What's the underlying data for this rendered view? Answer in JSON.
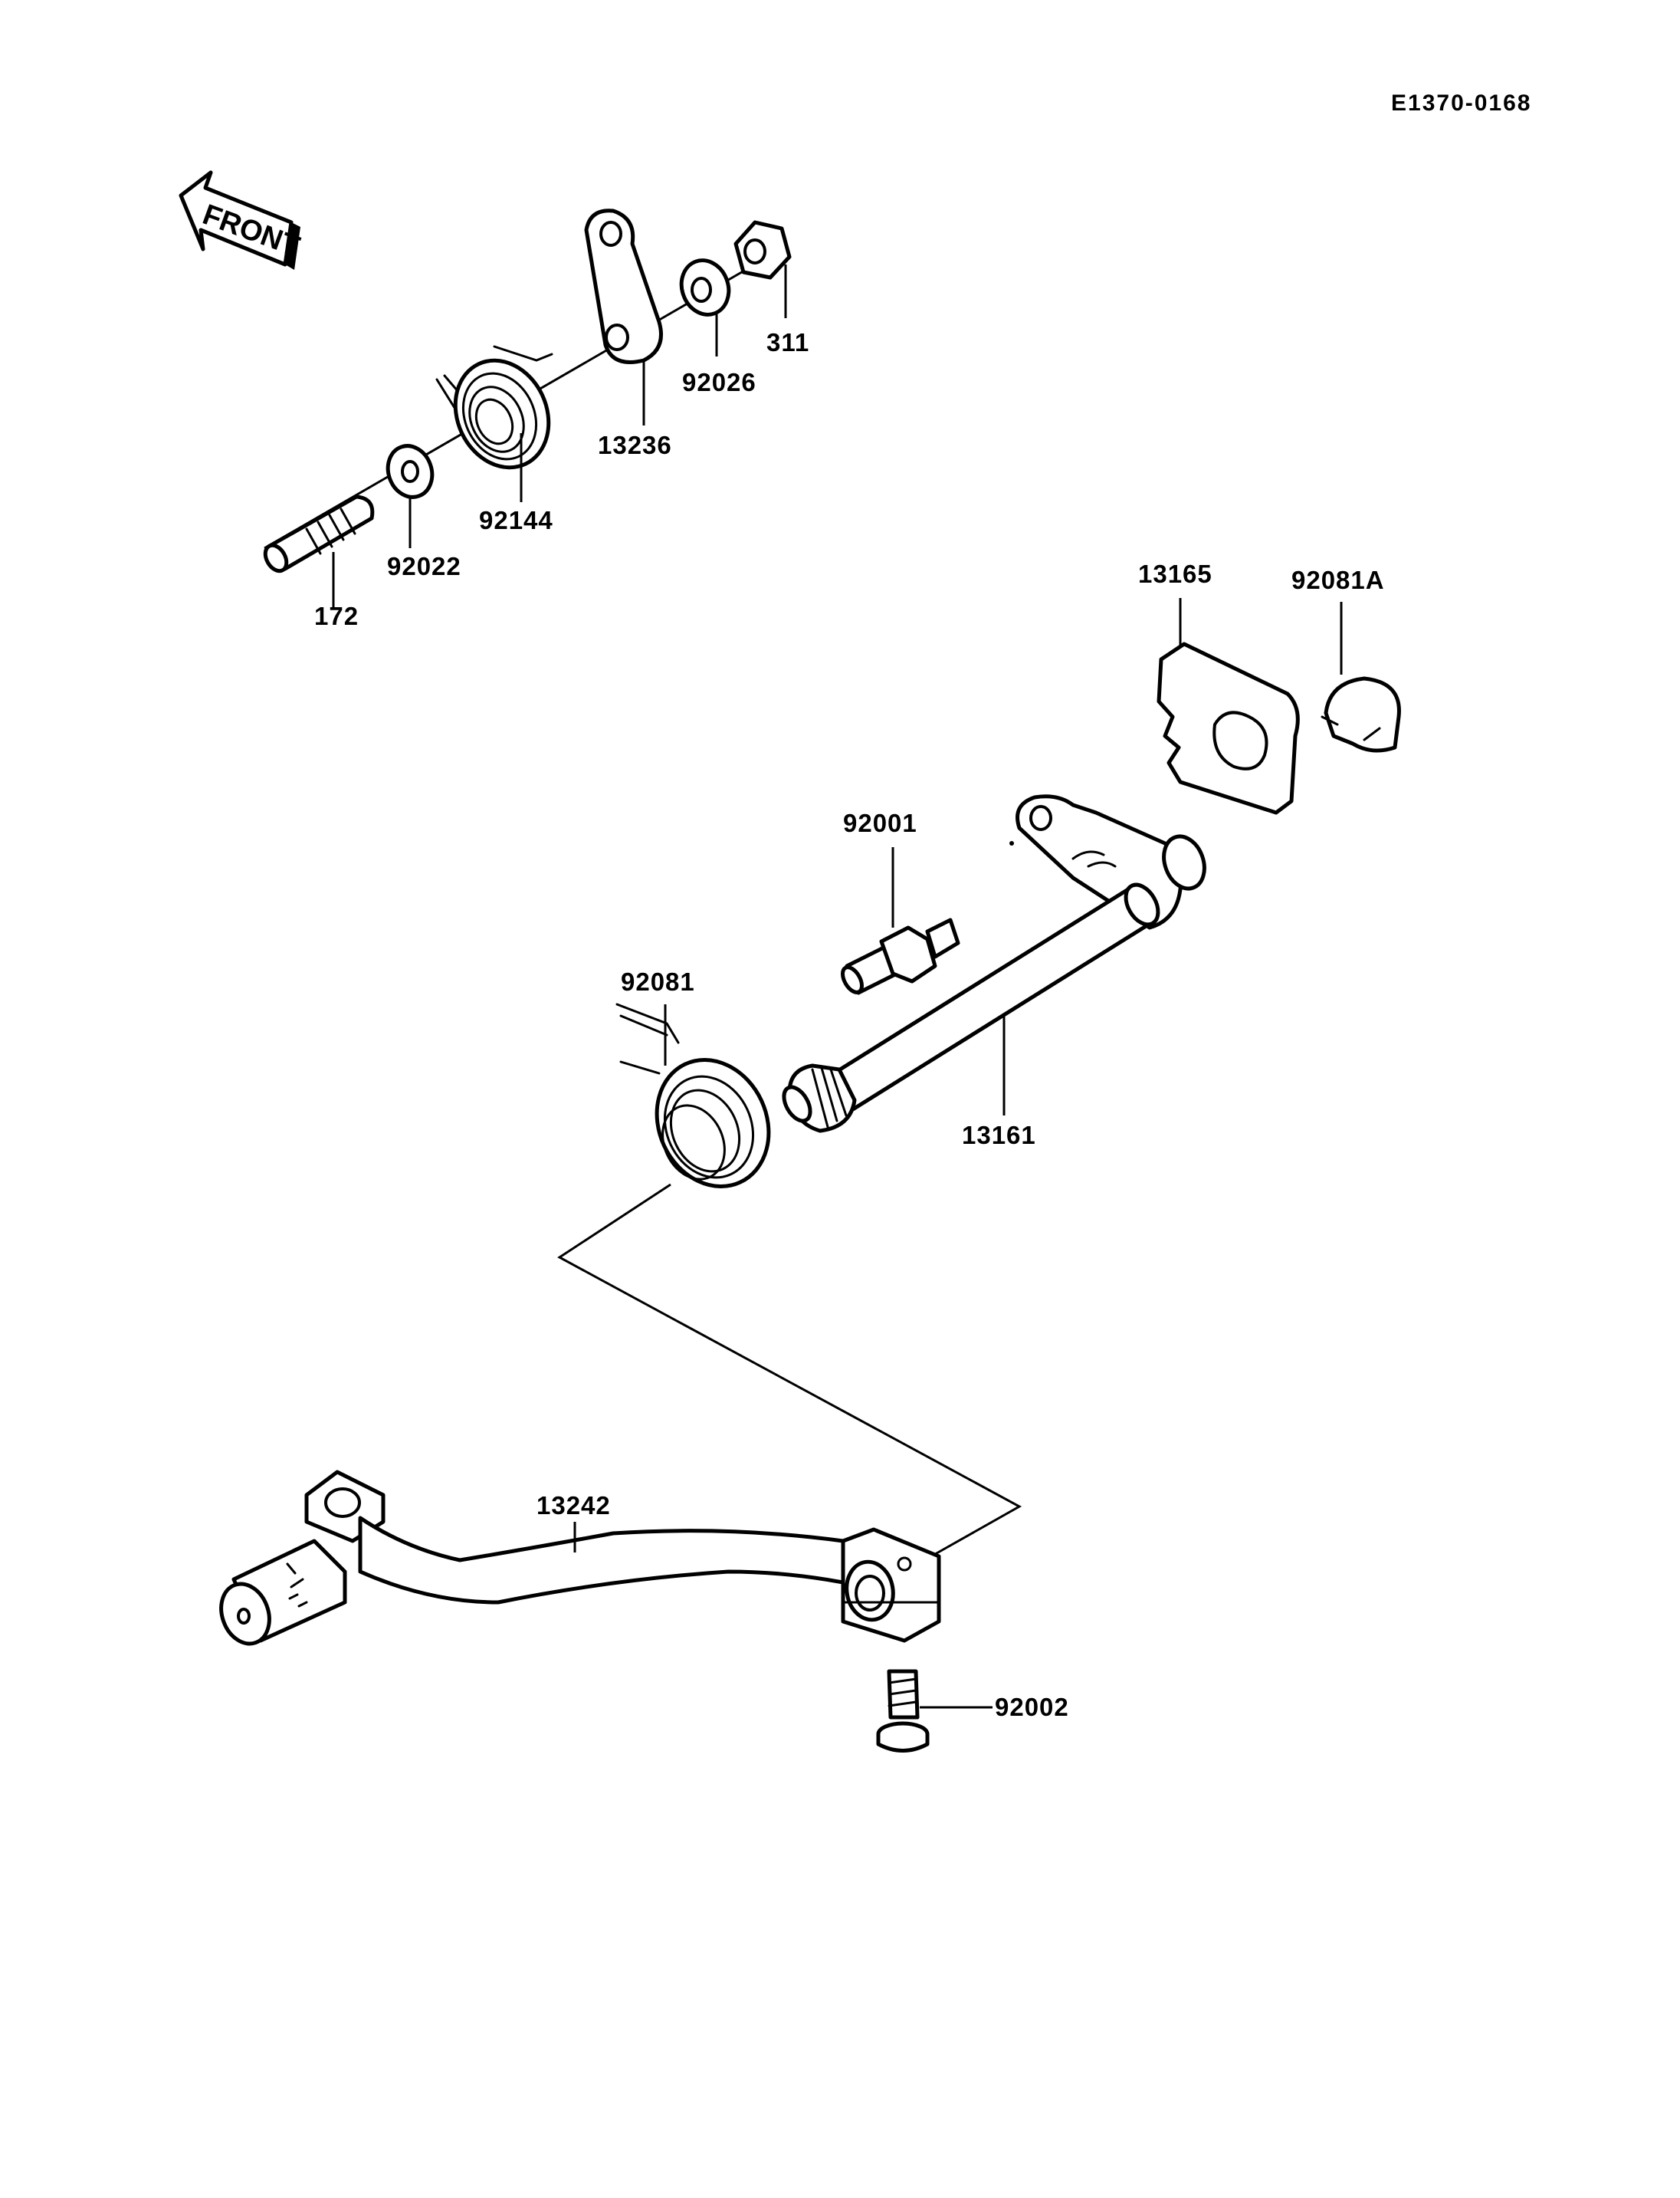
{
  "diagram_ref": "E1370-0168",
  "front_label": "FRONT",
  "parts": [
    {
      "id": "p311",
      "number": "311"
    },
    {
      "id": "p92026",
      "number": "92026"
    },
    {
      "id": "p13236",
      "number": "13236"
    },
    {
      "id": "p92144",
      "number": "92144"
    },
    {
      "id": "p92022",
      "number": "92022"
    },
    {
      "id": "p172",
      "number": "172"
    },
    {
      "id": "p13165",
      "number": "13165"
    },
    {
      "id": "p92081A",
      "number": "92081A"
    },
    {
      "id": "p92001",
      "number": "92001"
    },
    {
      "id": "p92081",
      "number": "92081"
    },
    {
      "id": "p13161",
      "number": "13161"
    },
    {
      "id": "p13242",
      "number": "13242"
    },
    {
      "id": "p92002",
      "number": "92002"
    }
  ]
}
